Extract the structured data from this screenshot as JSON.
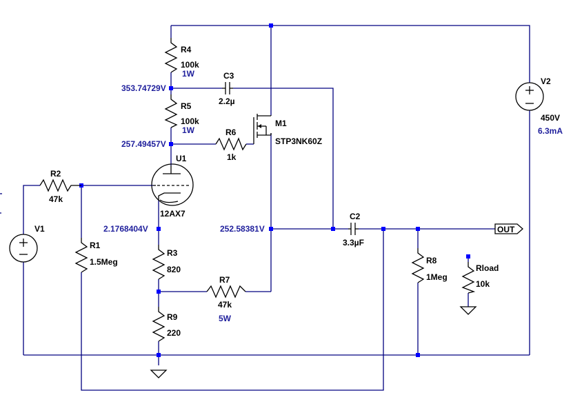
{
  "schematic": {
    "nodes": {
      "r4_r5": "353.74729V",
      "plate": "257.49457V",
      "cathode": "2.1768404V",
      "source": "252.58381V"
    },
    "components": {
      "R4": {
        "ref": "R4",
        "value": "100k",
        "power": "1W"
      },
      "R5": {
        "ref": "R5",
        "value": "100k",
        "power": "1W"
      },
      "C3": {
        "ref": "C3",
        "value": "2.2µ"
      },
      "R6": {
        "ref": "R6",
        "value": "1k"
      },
      "M1": {
        "ref": "M1",
        "value": "STP3NK60Z"
      },
      "U1": {
        "ref": "U1",
        "value": "12AX7"
      },
      "R2": {
        "ref": "R2",
        "value": "47k"
      },
      "V1": {
        "ref": "V1"
      },
      "R1": {
        "ref": "R1",
        "value": "1.5Meg"
      },
      "R3": {
        "ref": "R3",
        "value": "820"
      },
      "R7": {
        "ref": "R7",
        "value": "47k",
        "power": "5W"
      },
      "R9": {
        "ref": "R9",
        "value": "220"
      },
      "C2": {
        "ref": "C2",
        "value": "3.3µF"
      },
      "R8": {
        "ref": "R8",
        "value": "1Meg"
      },
      "Rload": {
        "ref": "Rload",
        "value": "10k"
      },
      "V2": {
        "ref": "V2",
        "value": "450V",
        "current": "6.3mA"
      }
    },
    "port_out": "OUT"
  }
}
